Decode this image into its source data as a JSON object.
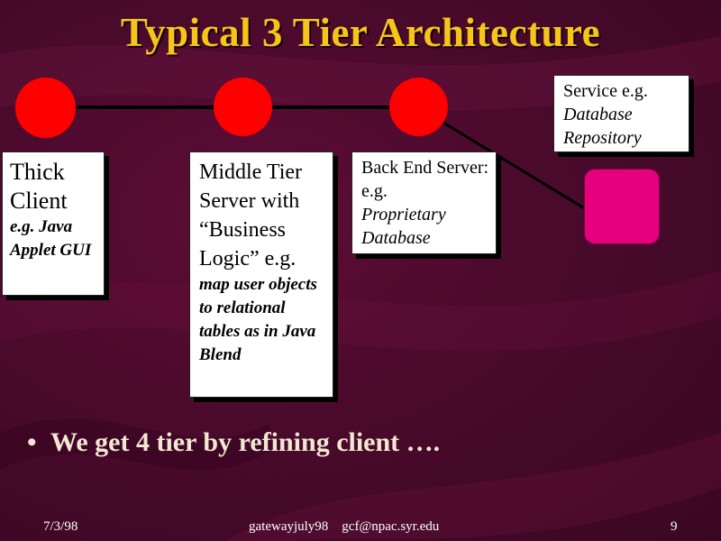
{
  "title": "Typical 3 Tier Architecture",
  "thick_client": {
    "heading": "Thick Client",
    "detail": "e.g. Java Applet GUI"
  },
  "middle_tier": {
    "heading": "Middle Tier Server with “Business Logic” e.g.",
    "detail": "map user objects to relational tables as in Java Blend"
  },
  "back_end": {
    "heading": "Back End Server: e.g.",
    "detail": "Proprietary Database"
  },
  "service": {
    "heading": "Service e.g.",
    "detail": "Database Repository"
  },
  "bullet": {
    "marker": "•",
    "text": "We get 4 tier by refining client …."
  },
  "footer": {
    "date": "7/3/98",
    "center": "gatewayjuly98    gcf@npac.syr.edu",
    "page": "9"
  },
  "colors": {
    "background": "#4a0a2c",
    "title": "#f5c518",
    "node": "#ff0000",
    "database": "#e6007e",
    "bullet_text": "#f3e6d2"
  }
}
